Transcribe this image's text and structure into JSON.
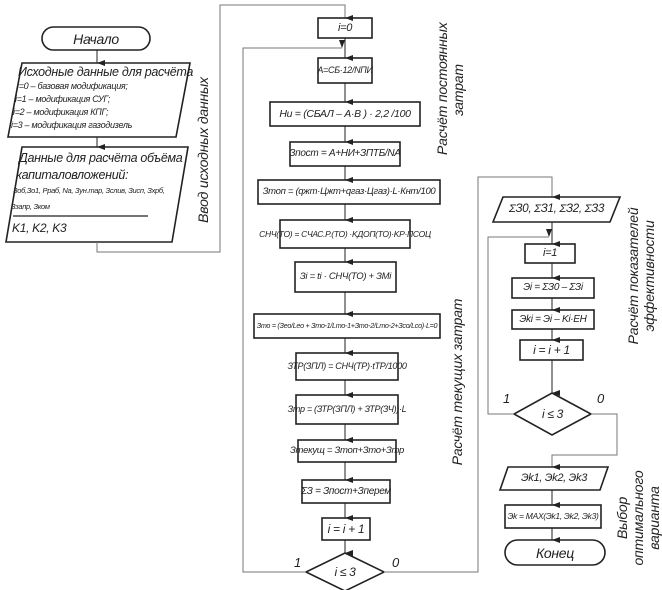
{
  "start": "Начало",
  "end": "Конец",
  "input1": {
    "title": "Исходные данные для расчёта",
    "lines": [
      "i=0 – базовая модификация;",
      "i=1 – модификация СУГ;",
      "i=2 – модификация КПГ;",
      "i=3 – модификация газодизель"
    ]
  },
  "input2": {
    "title_1": "Данные для расчёта объёма",
    "title_2": "капиталовложений:",
    "vars_1": "Зоб,Зо1, Pраб, Nа, Зун.тар, Зслив, Зисп, Зхрб,",
    "vars_2": "Ззапр, Зком",
    "result": "K1, K2, K3"
  },
  "main": {
    "init": "i=0",
    "a": "A=CБ·12/NПИ",
    "hi": "Hи = (CБАЛ – A·B ) · 2,2 /100",
    "zpost": "Зпост = A+HИ+ЗПТБ/NА",
    "ztop": "Зтоп = (qжт·Цжт+qгаз·Цгаз)·L·Кнт/100",
    "cnch": "CНЧ(ТО) = CЧАС.Р.(ТО) ·KДОП(ТО)·KР·ПСОЦ",
    "zi": "Зi = ti · CНЧ(ТО) + ЗМi",
    "zto": "Зто = (Зео/Lео + Зто-1/Lто-1+Зто-2/Lто-2+Зсо/Lсо)·L=0",
    "ztr_zpl": "ЗТР(ЗПЛ) = CНЧ(ТР)·tТР/1000",
    "ztr": "Зтр = (ЗТР(ЗПЛ) + ЗТР(ЗЧ))·L",
    "ztek": "Зтекущ = Зтоп+Зто+Зтр",
    "sum": "ΣЗ = Зпост+Зперем",
    "inc": "i = i + 1",
    "cond": "i ≤ 3",
    "yes": "1",
    "no": "0"
  },
  "right": {
    "sums": "ΣЗ0, ΣЗ1, ΣЗ2, ΣЗ3",
    "init": "i=1",
    "ei": "Эi = ΣЗ0 – ΣЗi",
    "eki": "Эki = Эi – Ki·EН",
    "inc": "i = i + 1",
    "cond": "i ≤ 3",
    "yes": "1",
    "no": "0",
    "eks": "Эk1, Эk2, Эk3",
    "max": "Эk = MAX(Эk1, Эk2, Эk3)"
  },
  "sections": {
    "input": "Ввод исходных данных",
    "fixed_1": "Расчёт постоянных",
    "fixed_2": "затрат",
    "current": "Расчёт текущих затрат",
    "eff_1": "Расчёт показателей",
    "eff_2": "эффективности",
    "choice_1": "Выбор",
    "choice_2": "оптимального",
    "choice_3": "варианта"
  },
  "colors": {
    "line": "#222222",
    "connector": "#777777"
  }
}
